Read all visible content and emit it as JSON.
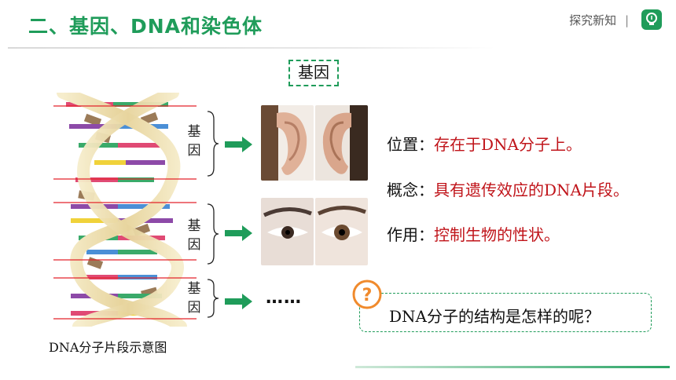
{
  "header": {
    "title": "二、基因、DNA和染色体",
    "section_label": "探究新知",
    "section_icon": "lightbulb-icon"
  },
  "gene_box_label": "基因",
  "brace_labels": [
    {
      "top": "基",
      "bottom": "因"
    },
    {
      "top": "基",
      "bottom": "因"
    },
    {
      "top": "基",
      "bottom": "因"
    }
  ],
  "ellipsis": "……",
  "info": [
    {
      "key": "位置：",
      "value": "存在于DNA分子上。"
    },
    {
      "key": "概念：",
      "value": "具有遗传效应的DNA片段。"
    },
    {
      "key": "作用：",
      "value": "控制生物的性状。"
    }
  ],
  "question": "DNA分子的结构是怎样的呢？",
  "caption": "DNA分子片段示意图",
  "colors": {
    "accent": "#1f9c5a",
    "highlight": "#c0141a",
    "helix_backbone": "#e9d9a8",
    "helix_connector": "#9b7b58"
  }
}
